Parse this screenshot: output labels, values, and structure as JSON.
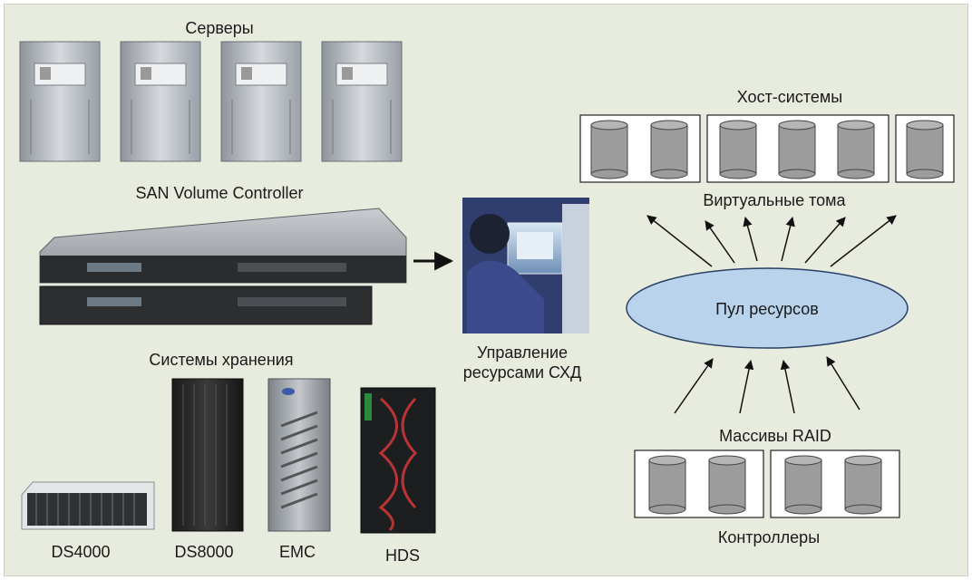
{
  "labels": {
    "servers": "Серверы",
    "svc": "SAN Volume Controller",
    "storage_systems": "Системы хранения",
    "management_line1": "Управление",
    "management_line2": "ресурсами СХД",
    "host_systems": "Хост-системы",
    "virtual_volumes": "Виртуальные тома",
    "resource_pool": "Пул ресурсов",
    "raid_arrays": "Массивы RAID",
    "controllers": "Контроллеры",
    "devices": {
      "ds4000": "DS4000",
      "ds8000": "DS8000",
      "emc": "EMC",
      "hds": "HDS"
    }
  },
  "colors": {
    "background": "#e8ecdf",
    "pool_fill": "#b9d3ec",
    "pool_stroke": "#2a3f64",
    "disk_fill": "#9c9c9c",
    "arrow": "#111111"
  }
}
